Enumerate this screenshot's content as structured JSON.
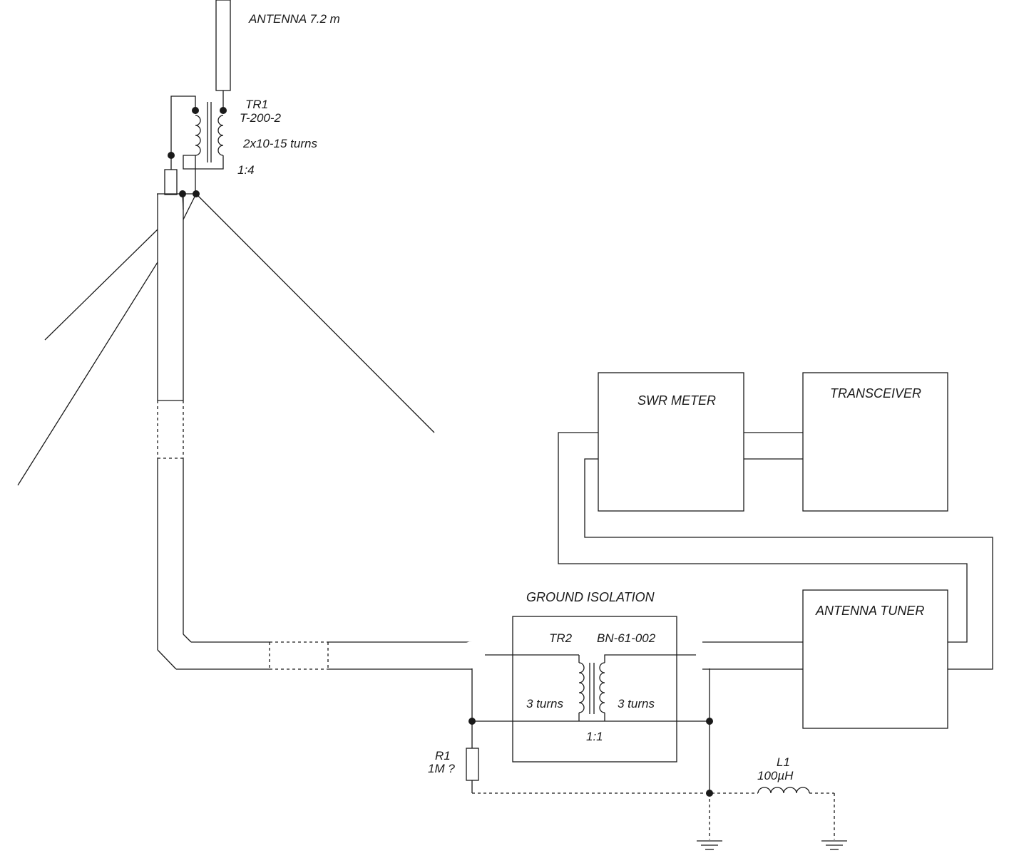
{
  "labels": {
    "antenna": "ANTENNA 7.2 m",
    "tr1_name": "TR1",
    "tr1_core": "T-200-2",
    "tr1_turns": "2x10-15 turns",
    "tr1_ratio": "1:4",
    "swr_meter": "SWR METER",
    "transceiver": "TRANSCEIVER",
    "ground_isolation": "GROUND ISOLATION",
    "antenna_tuner": "ANTENNA TUNER",
    "tr2_name": "TR2",
    "tr2_core": "BN-61-002",
    "tr2_turns_left": "3 turns",
    "tr2_turns_right": "3 turns",
    "tr2_ratio": "1:1",
    "r1_name": "R1",
    "r1_value": "1M  ?",
    "l1_name": "L1",
    "l1_value": "100µH"
  },
  "colors": {
    "line": "#1a1a1a",
    "background": "#ffffff"
  }
}
